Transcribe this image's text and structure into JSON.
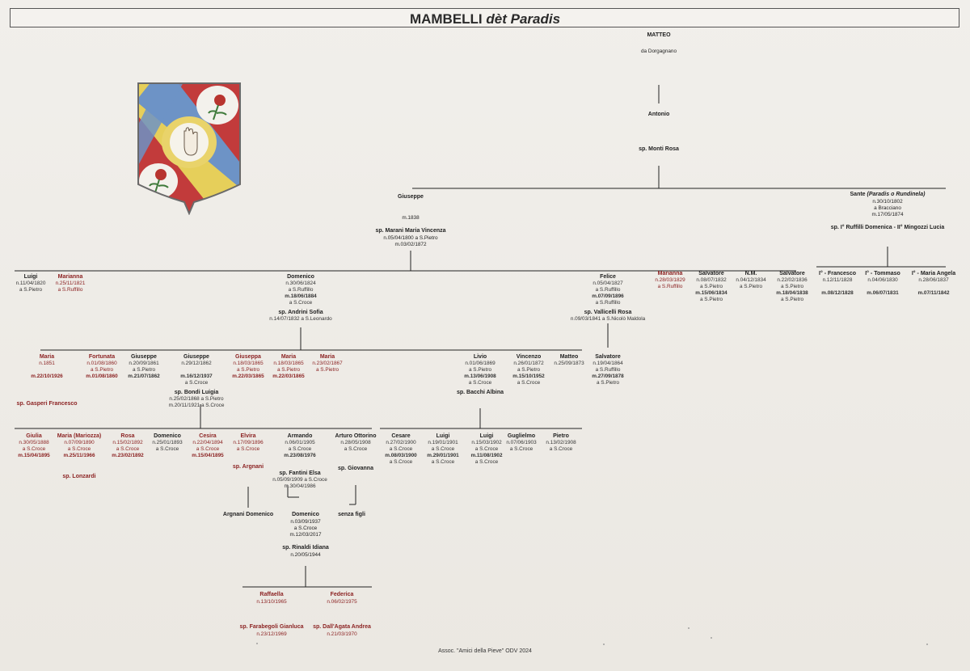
{
  "title": {
    "main": "MAMBELLI",
    "sub": "dèt Paradis"
  },
  "footer": "Assoc. \"Amici della Pieve\" ODV 2024",
  "gen0": {
    "name": "MATTEO",
    "origin": "da Dorgagnano"
  },
  "gen1": {
    "name": "Antonio",
    "spouse": "sp. Monti Rosa"
  },
  "gen2": {
    "giuseppe": {
      "name": "Giuseppe",
      "marriage": "m.1838",
      "spouse": "sp. Marani Maria Vincenza",
      "spouse_birth": "n.05/04/1800 a S.Pietro",
      "spouse_death": "m.03/02/1872"
    },
    "sante": {
      "name": "Sante",
      "nick": "(Paradis o Rundinela)",
      "birth": "n.30/10/1802",
      "place": "a Bracciano",
      "death": "m.17/05/1874",
      "spouses": "sp. I° Ruffilli Domenica - II° Mingozzi Lucia"
    }
  },
  "gen3": [
    {
      "id": "luigi",
      "name": "Luigi",
      "lines": [
        "n.11/04/1820",
        "a S.Pietro"
      ],
      "red": false
    },
    {
      "id": "marianna1",
      "name": "Marianna",
      "lines": [
        "n.25/11/1821",
        "a S.Ruffillo"
      ],
      "red": true
    },
    {
      "id": "domenico",
      "name": "Domenico",
      "lines": [
        "n.30/06/1824",
        "a S.Ruffillo",
        "m.18/06/1884",
        "a S.Croce"
      ],
      "spouse": "sp. Andrini Sofia",
      "spouse_lines": [
        "n.14/07/1832 a S.Leonardo"
      ],
      "red": false
    },
    {
      "id": "felice",
      "name": "Felice",
      "lines": [
        "n.05/04/1827",
        "a S.Ruffillo",
        "m.07/09/1896",
        "a S.Ruffillo"
      ],
      "spouse": "sp. Vallicelli Rosa",
      "spouse_lines": [
        "n.09/03/1841 a S.Nicolò Maldola"
      ],
      "red": false
    },
    {
      "id": "marianna2",
      "name": "Marianna",
      "lines": [
        "n.28/03/1829",
        "a S.Ruffillo"
      ],
      "red": true
    },
    {
      "id": "salvatore1",
      "name": "Salvatore",
      "lines": [
        "n.08/07/1832",
        "a S.Pietro",
        "m.15/06/1834",
        "a S.Pietro"
      ],
      "red": false
    },
    {
      "id": "nm",
      "name": "N.M.",
      "lines": [
        "n.04/12/1834",
        "a S.Pietro"
      ],
      "red": false
    },
    {
      "id": "salvatore2",
      "name": "Salvatore",
      "lines": [
        "n.22/02/1836",
        "a S.Pietro",
        "m.18/04/1838",
        "a S.Pietro"
      ],
      "red": false
    },
    {
      "id": "francesco",
      "name": "I° - Francesco",
      "lines": [
        "n.12/11/1828",
        "",
        "m.08/12/1828"
      ],
      "red": false
    },
    {
      "id": "tommaso",
      "name": "I° - Tommaso",
      "lines": [
        "n.04/06/1830",
        "",
        "m.06/07/1831"
      ],
      "red": false
    },
    {
      "id": "mariaangela",
      "name": "I° - Maria Angela",
      "lines": [
        "n.28/06/1837",
        "",
        "m.07/11/1842"
      ],
      "red": false
    }
  ],
  "gen4": [
    {
      "id": "maria1",
      "name": "Maria",
      "lines": [
        "n.1851",
        "",
        "m.22/10/1926"
      ],
      "spouse": "sp. Gasperi Francesco",
      "red": true
    },
    {
      "id": "fortunata",
      "name": "Fortunata",
      "lines": [
        "n.01/08/1860",
        "a S.Pietro",
        "m.01/08/1860"
      ],
      "red": true
    },
    {
      "id": "giuseppe1",
      "name": "Giuseppe",
      "lines": [
        "n.20/09/1861",
        "a S.Pietro",
        "m.21/07/1862"
      ],
      "red": false
    },
    {
      "id": "giuseppe2",
      "name": "Giuseppe",
      "lines": [
        "n.29/12/1862",
        "",
        "m.16/12/1937",
        "a S.Croce"
      ],
      "spouse": "sp. Bondi Luigia",
      "spouse_lines": [
        "n.25/02/1868 a S.Pietro",
        "m.20/11/1921 a S.Croce"
      ],
      "red": false
    },
    {
      "id": "giuseppa",
      "name": "Giuseppa",
      "lines": [
        "n.18/03/1865",
        "a S.Pietro",
        "m.22/03/1865"
      ],
      "red": true
    },
    {
      "id": "maria2",
      "name": "Maria",
      "lines": [
        "n.18/03/1865",
        "a S.Pietro",
        "m.22/03/1865"
      ],
      "red": true
    },
    {
      "id": "maria3",
      "name": "Maria",
      "lines": [
        "n.23/02/1867",
        "a S.Pietro"
      ],
      "red": true
    },
    {
      "id": "livio",
      "name": "Livio",
      "lines": [
        "n.01/06/1869",
        "a S.Pietro",
        "m.13/06/1908",
        "a S.Croce"
      ],
      "spouse": "sp. Bacchi Albina",
      "red": false
    },
    {
      "id": "vincenzo",
      "name": "Vincenzo",
      "lines": [
        "n.26/01/1872",
        "a S.Pietro",
        "m.15/10/1952",
        "a S.Croce"
      ],
      "red": false
    },
    {
      "id": "matteo",
      "name": "Matteo",
      "lines": [
        "n.25/09/1873"
      ],
      "red": false
    },
    {
      "id": "salvatore3",
      "name": "Salvatore",
      "lines": [
        "n.19/04/1864",
        "a S.Ruffillo",
        "m.27/09/1878",
        "a S.Pietro"
      ],
      "red": false
    }
  ],
  "gen5": [
    {
      "id": "giulia",
      "name": "Giulia",
      "lines": [
        "n.30/05/1888",
        "a S.Croce",
        "m.15/04/1895"
      ],
      "red": true
    },
    {
      "id": "mariamariozza",
      "name": "Maria (Mariozza)",
      "lines": [
        "n.07/09/1890",
        "a S.Croce",
        "m.25/11/1966"
      ],
      "spouse": "sp. Lonzardi",
      "red": true
    },
    {
      "id": "rosa",
      "name": "Rosa",
      "lines": [
        "n.15/02/1892",
        "a S.Croce",
        "m.23/02/1892"
      ],
      "red": true
    },
    {
      "id": "domenico2",
      "name": "Domenico",
      "lines": [
        "n.25/01/1893",
        "a S.Croce"
      ],
      "red": false
    },
    {
      "id": "cesira",
      "name": "Cesira",
      "lines": [
        "n.22/04/1894",
        "a S.Croce",
        "m.15/04/1895"
      ],
      "red": true
    },
    {
      "id": "elvira",
      "name": "Elvira",
      "lines": [
        "n.17/09/1896",
        "a S.Croce"
      ],
      "spouse": "sp. Argnani",
      "red": true
    },
    {
      "id": "armando",
      "name": "Armando",
      "lines": [
        "n.06/01/1905",
        "a S.Croce",
        "m.23/08/1976"
      ],
      "spouse": "sp. Fantini Elsa",
      "spouse_lines": [
        "n.05/09/1909 a S.Croce",
        "m.30/04/1986"
      ],
      "red": false
    },
    {
      "id": "arturo",
      "name": "Arturo Ottorino",
      "lines": [
        "n.28/05/1908",
        "a S.Croce"
      ],
      "spouse": "sp. Giovanna",
      "red": false
    },
    {
      "id": "cesare",
      "name": "Cesare",
      "lines": [
        "n.27/02/1900",
        "a S.Croce",
        "m.08/03/1900",
        "a S.Croce"
      ],
      "red": false
    },
    {
      "id": "luigi2",
      "name": "Luigi",
      "lines": [
        "n.19/01/1901",
        "a S.Croce",
        "m.29/01/1901",
        "a S.Croce"
      ],
      "red": false
    },
    {
      "id": "luigi3",
      "name": "Luigi",
      "lines": [
        "n.15/03/1902",
        "a S.Croce",
        "m.11/08/1902",
        "a S.Croce"
      ],
      "red": false
    },
    {
      "id": "guglielmo",
      "name": "Guglielmo",
      "lines": [
        "n.07/06/1903",
        "a S.Croce"
      ],
      "red": false
    },
    {
      "id": "pietro",
      "name": "Pietro",
      "lines": [
        "n.13/02/1908",
        "a S.Croce"
      ],
      "red": false
    }
  ],
  "gen6": {
    "argnani": "Argnani Domenico",
    "domenico3": {
      "name": "Domenico",
      "lines": [
        "n.03/09/1937",
        "a S.Croce",
        "m.12/03/2017"
      ],
      "spouse": "sp. Rinaldi Idiana",
      "spouse_birth": "n.20/05/1944"
    },
    "senzafigli": "senza figli"
  },
  "gen7": [
    {
      "id": "raffaella",
      "name": "Raffaella",
      "birth": "n.13/10/1965",
      "spouse": "sp. Farabegoli Gianluca",
      "spouse_birth": "n.23/12/1969"
    },
    {
      "id": "federica",
      "name": "Federica",
      "birth": "n.06/02/1975",
      "spouse": "sp. Dall'Agata Andrea",
      "spouse_birth": "n.21/03/1970"
    }
  ],
  "colors": {
    "red": "#8c2323",
    "line": "#222222",
    "crest_red": "#c23b3b",
    "crest_yellow": "#e6cf5a",
    "crest_blue": "#6d93c6"
  }
}
